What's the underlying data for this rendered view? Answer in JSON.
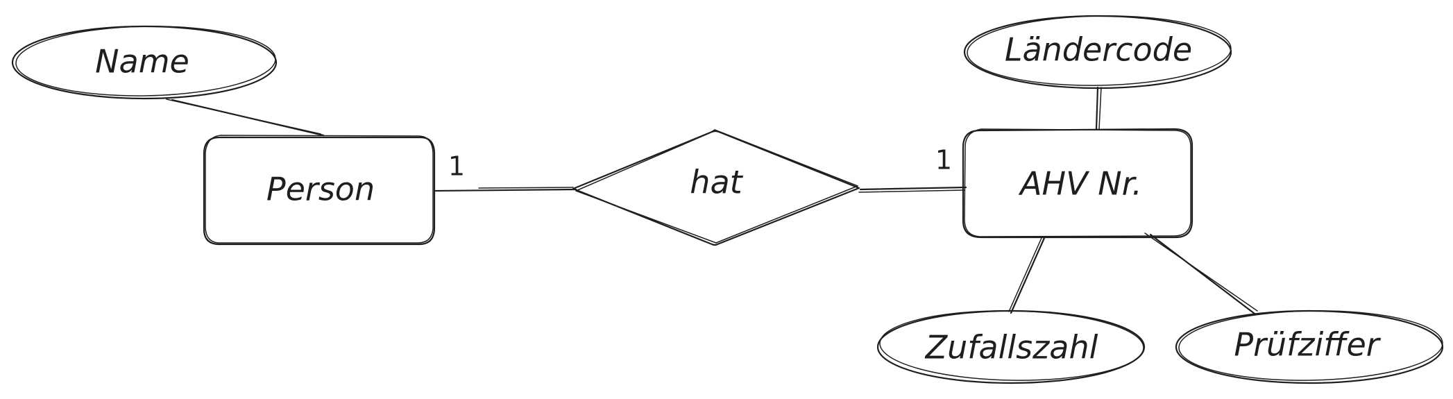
{
  "entities": {
    "person": "Person",
    "ahv": "AHV Nr."
  },
  "relationship": {
    "label": "hat",
    "card_left": "1",
    "card_right": "1"
  },
  "attributes": {
    "name": "Name",
    "laendercode": "Ländercode",
    "zufallszahl": "Zufallszahl",
    "pruefziffer": "Prüfziffer"
  }
}
